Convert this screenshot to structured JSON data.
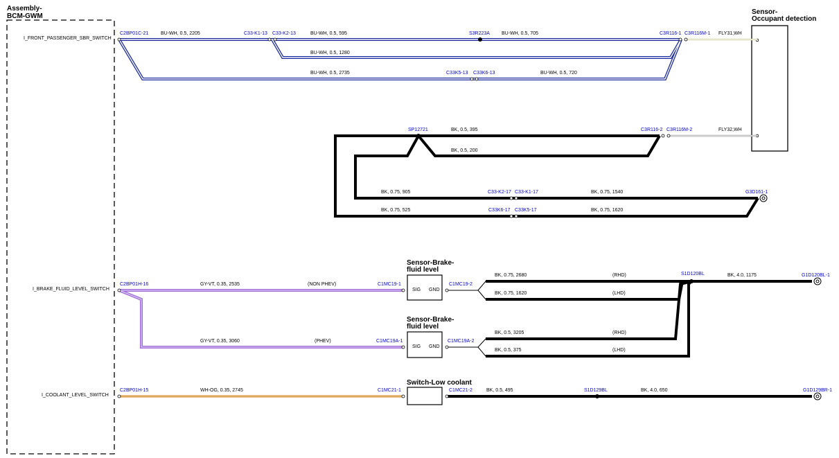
{
  "assembly": {
    "line1": "Assembly-",
    "line2": "BCM-GWM"
  },
  "signals": {
    "seatbelt": "I_FRONT_PASSENGER_SBR_SWITCH",
    "brake": "I_BRAKE_FLUID_LEVEL_SWITCH",
    "coolant": "I_COOLANT_LEVEL_SWITCH"
  },
  "occupant_sensor": {
    "line1": "Sensor-",
    "line2": "Occupant detection"
  },
  "brake_sensor_1": {
    "line1": "Sensor-Brake-",
    "line2": "fluid level",
    "pin_sig": "SIG",
    "pin_gnd": "GND"
  },
  "brake_sensor_2": {
    "line1": "Sensor-Brake-",
    "line2": "fluid level",
    "pin_sig": "SIG",
    "pin_gnd": "GND"
  },
  "coolant_switch": {
    "title": "Switch-Low coolant"
  },
  "connectors": {
    "c2bp01c_21": "C2BP01C-21",
    "c33_k1_13": "C33-K1-13",
    "c33_k2_13": "C33-K2-13",
    "s3r223a": "S3R223A",
    "c3r116_1": "C3R116-1",
    "c3r116m_1": "C3R116M-1",
    "c33k5_13": "C33K5-13",
    "c33k6_13": "C33K6-13",
    "sp12721": "SP12721",
    "c3r116_2": "C3R116-2",
    "c3r116m_2": "C3R116M-2",
    "c33_k2_17": "C33-K2-17",
    "c33_k1_17": "C33-K1-17",
    "g3d161_1": "G3D161-1",
    "c33k6_17": "C33K6-17",
    "c33k5_17": "C33K5-17",
    "c2bp01h_16": "C2BP01H-16",
    "c1mc19_1": "C1MC19-1",
    "c1mc19_2": "C1MC19-2",
    "s1d120bl": "S1D120BL",
    "g1d120bl_1": "G1D120BL-1",
    "c1mc19a_1": "C1MC19A-1",
    "c1mc19a_2": "C1MC19A-2",
    "c2bp01h_15": "C2BP01H-15",
    "c1mc21_1": "C1MC21-1",
    "c1mc21_2": "C1MC21-2",
    "s1d129bl": "S1D129BL",
    "g1d129br_1": "G1D129BR-1"
  },
  "wires": {
    "w1": "BU-WH,  0.5,  2205",
    "w2": "BU-WH,  0.5,  595",
    "w3": "BU-WH,  0.5,  705",
    "fly31": "FLY31,WH",
    "w4": "BU-WH,  0.5,  1280",
    "w5": "BU-WH,  0.5,  2735",
    "w6": "BU-WH,  0.5,  720",
    "w7": "BK,  0.5,  395",
    "fly32": "FLY32,WH",
    "w8": "BK,  0.5,  200",
    "w9": "BK,  0.75,  905",
    "w10": "BK,  0.75,  1540",
    "w11": "BK,  0.75,  525",
    "w12": "BK,  0.75,  1620",
    "w13": "GY-VT,  0.35,  2535",
    "w13_note": "(NON PHEV)",
    "w14": "BK,  0.75,  2680",
    "w14_note": "(RHD)",
    "w15": "BK,  4.0,  1175",
    "w16": "BK,  0.75,  1620",
    "w16_note": "(LHD)",
    "w17": "GY-VT,  0.35,  3060",
    "w17_note": "(PHEV)",
    "w18": "BK,  0.5,  3205",
    "w18_note": "(RHD)",
    "w19": "BK,  0.5,  375",
    "w19_note": "(LHD)",
    "w20": "WH-OG,  0.35,  2745",
    "w21": "BK,  0.5,  495",
    "w22": "BK,  4.0,  650"
  },
  "colors": {
    "blue_wire": "#1a2a9c",
    "violet_wire": "#a070d8",
    "orange_wire": "#d08a20",
    "black_wire": "#000000",
    "connector_label": "#0000cc"
  }
}
